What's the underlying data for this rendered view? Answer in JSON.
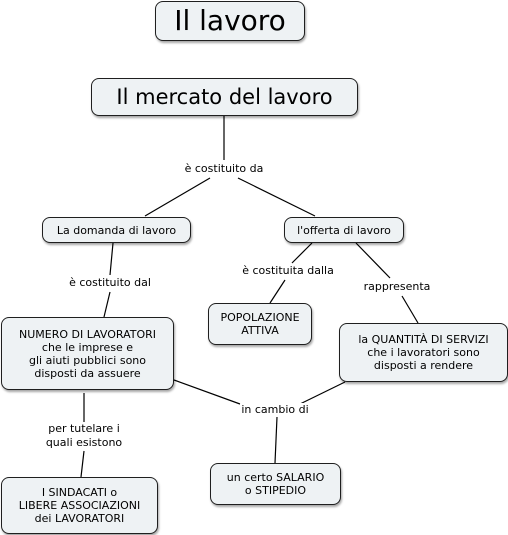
{
  "nodes": {
    "title": "Il lavoro",
    "mercato": "Il mercato del lavoro",
    "domanda": "La domanda di lavoro",
    "offerta": "l'offerta di lavoro",
    "numero": "NUMERO DI LAVORATORI\nche le imprese e\ngli aiuti pubblici sono\ndisposti da assuere",
    "popolazione": "POPOLAZIONE\nATTIVA",
    "quantita": "la QUANTITÀ DI SERVIZI\nche i lavoratori sono\ndisposti a rendere",
    "sindacati": "I SINDACATI o\nLIBERE ASSOCIAZIONI\ndei LAVORATORI",
    "salario": "un  certo SALARIO\no STIPEDIO"
  },
  "links": {
    "costituito_da": "è costituito da",
    "costituito_dal": "è costituito dal",
    "costituita_dalla": "è costituita dalla",
    "rappresenta": "rappresenta",
    "in_cambio_di": "in cambio di",
    "per_tutelare": "per tutelare i\nquali esistono"
  },
  "colors": {
    "node_fill": "#eef2f4",
    "border": "#1f1f1f",
    "line": "#000000"
  }
}
